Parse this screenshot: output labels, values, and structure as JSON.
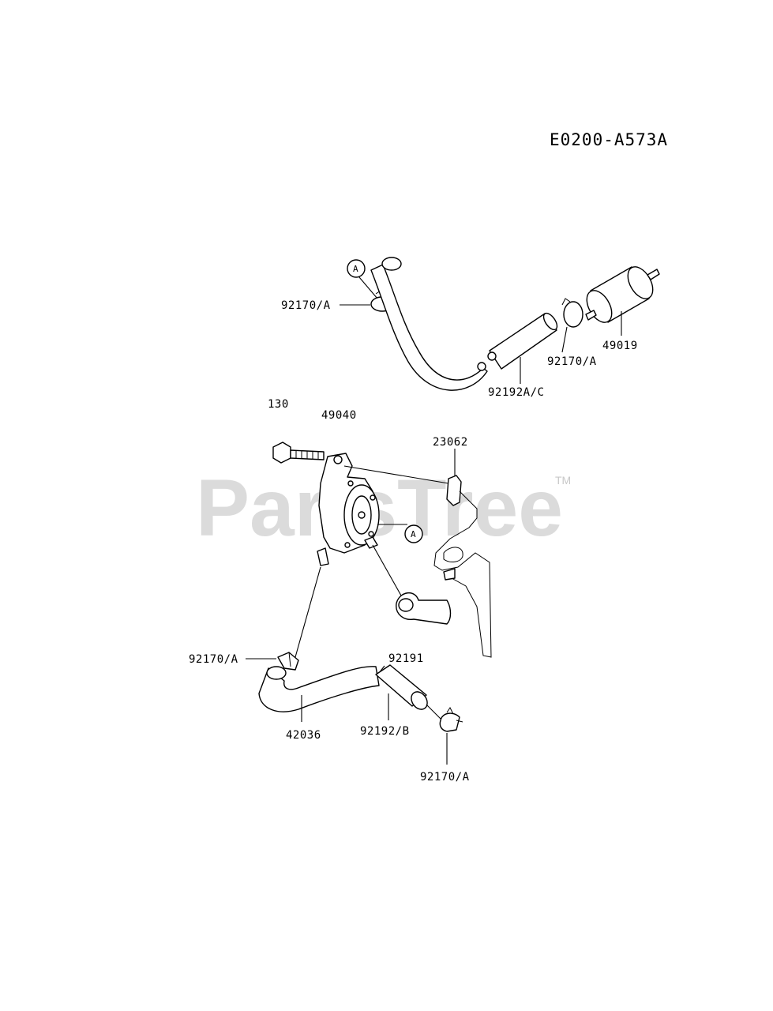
{
  "diagram": {
    "code": "E0200-A573A",
    "watermark": "PartsTree",
    "trademark": "TM",
    "callout_letter": "A",
    "labels": {
      "clamp_top": "92170/A",
      "filter": "49019",
      "clamp_right": "92170/A",
      "hose_top": "92192A/C",
      "ref_130": "130",
      "pump": "49040",
      "bracket": "23062",
      "clamp_mid": "92170/A",
      "hose_92191": "92191",
      "hose_bottom": "42036",
      "hose_92192b": "92192/B",
      "clamp_bottom": "92170/A"
    }
  }
}
